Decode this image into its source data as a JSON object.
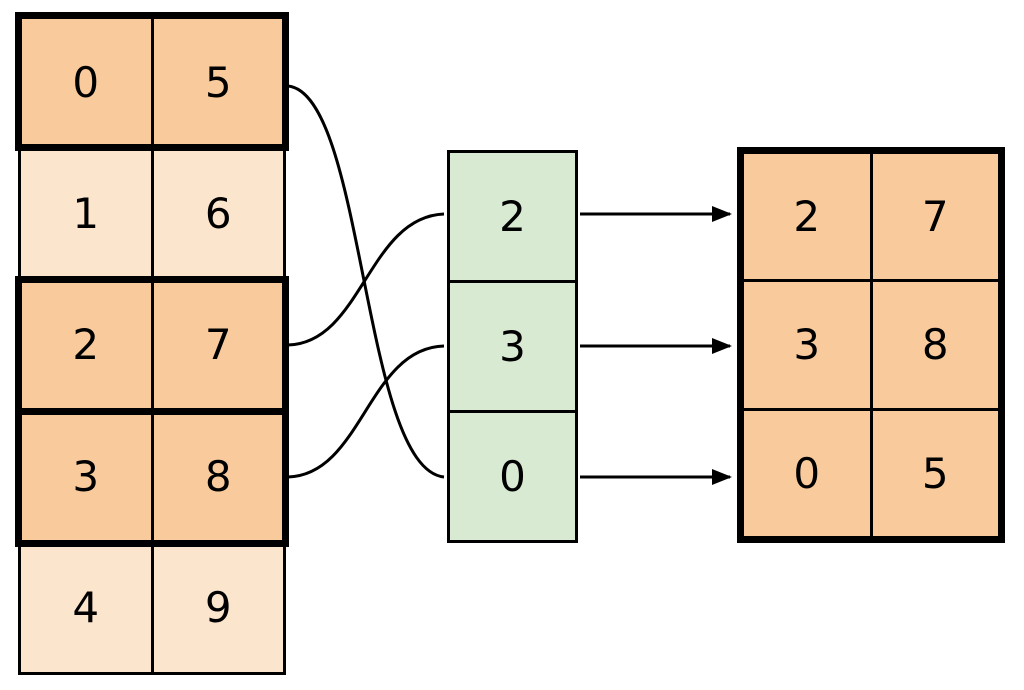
{
  "diagram": {
    "source_table": {
      "rows": [
        {
          "cells": [
            "0",
            "5"
          ],
          "highlighted": true
        },
        {
          "cells": [
            "1",
            "6"
          ],
          "highlighted": false
        },
        {
          "cells": [
            "2",
            "7"
          ],
          "highlighted": true
        },
        {
          "cells": [
            "3",
            "8"
          ],
          "highlighted": true
        },
        {
          "cells": [
            "4",
            "9"
          ],
          "highlighted": false
        }
      ]
    },
    "index_table": {
      "values": [
        "2",
        "3",
        "0"
      ]
    },
    "result_table": {
      "rows": [
        [
          "2",
          "7"
        ],
        [
          "3",
          "8"
        ],
        [
          "0",
          "5"
        ]
      ]
    },
    "connections": {
      "curves": [
        {
          "from_source_row": 0,
          "to_index_position": 2
        },
        {
          "from_source_row": 2,
          "to_index_position": 0
        },
        {
          "from_source_row": 3,
          "to_index_position": 1
        }
      ],
      "arrows": [
        {
          "from_index_position": 0,
          "to_result_row": 0
        },
        {
          "from_index_position": 1,
          "to_result_row": 1
        },
        {
          "from_index_position": 2,
          "to_result_row": 2
        }
      ]
    },
    "colors": {
      "highlight_fill": "#F9CB9C",
      "normal_fill": "#FCE5CD",
      "index_fill": "#D9EAD3",
      "line": "#000000",
      "background": "#FFFFFF"
    }
  }
}
